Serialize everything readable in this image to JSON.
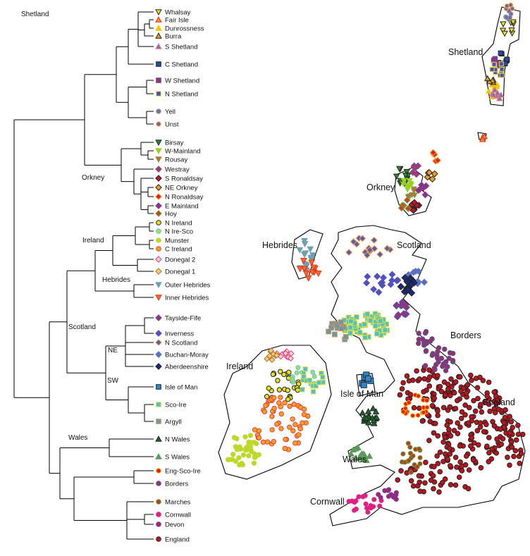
{
  "leaves": [
    {
      "label": "Whalsay",
      "shape": "tri-down",
      "fill": "#e8e020",
      "stroke": "#222"
    },
    {
      "label": "Fair Isle",
      "shape": "tri-up",
      "fill": "#ff8c1a",
      "stroke": "#e0302a"
    },
    {
      "label": "Dunrossness",
      "shape": "tri-up",
      "fill": "#f5c400",
      "stroke": "#f5c400"
    },
    {
      "label": "Burra",
      "shape": "tri-up",
      "fill": "#e0a020",
      "stroke": "#222"
    },
    {
      "label": "S Shetland",
      "shape": "tri-up",
      "fill": "#8a6aa8",
      "stroke": "#e08080"
    },
    {
      "label": "C Shetland",
      "shape": "square",
      "fill": "#2a4aa0",
      "stroke": "#222"
    },
    {
      "label": "W Shetland",
      "shape": "square",
      "fill": "#a0306a",
      "stroke": "#5050a0"
    },
    {
      "label": "N Shetland",
      "shape": "square",
      "fill": "#5050b0",
      "stroke": "#e8e040"
    },
    {
      "label": "Yell",
      "shape": "circle",
      "fill": "#7070a0",
      "stroke": "#9a9a9a"
    },
    {
      "label": "Unst",
      "shape": "circle",
      "fill": "#8a5a9a",
      "stroke": "#f0c040"
    },
    {
      "label": "Birsay",
      "shape": "tri-down",
      "fill": "#2a8a2a",
      "stroke": "#222"
    },
    {
      "label": "W-Mainland",
      "shape": "tri-down",
      "fill": "#9ad020",
      "stroke": "#9ad020"
    },
    {
      "label": "Rousay",
      "shape": "tri-down",
      "fill": "#e06030",
      "stroke": "#60a040"
    },
    {
      "label": "Westray",
      "shape": "diamond",
      "fill": "#c03060",
      "stroke": "#6050a0"
    },
    {
      "label": "S Ronaldsay",
      "shape": "diamond",
      "fill": "#c01828",
      "stroke": "#222"
    },
    {
      "label": "NE Orkney",
      "shape": "diamond",
      "fill": "#f0a020",
      "stroke": "#222"
    },
    {
      "label": "N Ronaldsay",
      "shape": "diamond",
      "fill": "#e02020",
      "stroke": "#f0a020"
    },
    {
      "label": "E Mainland",
      "shape": "diamond",
      "fill": "#6040a0",
      "stroke": "#c03060"
    },
    {
      "label": "Hoy",
      "shape": "diamond",
      "fill": "#d04020",
      "stroke": "#70a040"
    },
    {
      "label": "N Ireland",
      "shape": "circle",
      "fill": "#e8e020",
      "stroke": "#222"
    },
    {
      "label": "N Ire-Sco",
      "shape": "circle",
      "fill": "#a0e060",
      "stroke": "#60c0e0"
    },
    {
      "label": "Munster",
      "shape": "circle",
      "fill": "#b0e020",
      "stroke": "#d0d040"
    },
    {
      "label": "C Ireland",
      "shape": "circle",
      "fill": "#ffa020",
      "stroke": "#e04040"
    },
    {
      "label": "Donegal 2",
      "shape": "diamond",
      "fill": "#ffd0d0",
      "stroke": "#e04080"
    },
    {
      "label": "Donegal 1",
      "shape": "diamond",
      "fill": "#f0d070",
      "stroke": "#b07030"
    },
    {
      "label": "Outer Hebrides",
      "shape": "tri-down",
      "fill": "#70a0b0",
      "stroke": "#70a0b0"
    },
    {
      "label": "Inner Hebrides",
      "shape": "tri-down",
      "fill": "#ff6a20",
      "stroke": "#e03020"
    },
    {
      "label": "Tayside-Fife",
      "shape": "diamond",
      "fill": "#a03070",
      "stroke": "#5050b0"
    },
    {
      "label": "Inverness",
      "shape": "diamond",
      "fill": "#5050c0",
      "stroke": "#5050c0"
    },
    {
      "label": "N Scotland",
      "shape": "diamond",
      "fill": "#5a5ab0",
      "stroke": "#f0a040"
    },
    {
      "label": "Buchan-Moray",
      "shape": "diamond",
      "fill": "#5a70c0",
      "stroke": "#5a70c0"
    },
    {
      "label": "Aberdeenshire",
      "shape": "diamond",
      "fill": "#1a2a80",
      "stroke": "#222"
    },
    {
      "label": "Isle of Man",
      "shape": "square",
      "fill": "#2a8ad0",
      "stroke": "#222"
    },
    {
      "label": "Sco-Ire",
      "shape": "square",
      "fill": "#50c0c0",
      "stroke": "#e8e040"
    },
    {
      "label": "Argyll",
      "shape": "square",
      "fill": "#6a9aa0",
      "stroke": "#d09060"
    },
    {
      "label": "N Wales",
      "shape": "tri-up",
      "fill": "#1a6a2a",
      "stroke": "#222"
    },
    {
      "label": "S Wales",
      "shape": "tri-up",
      "fill": "#5a9a5a",
      "stroke": "#5a9a5a"
    },
    {
      "label": "Eng-Sco-Ire",
      "shape": "circle",
      "fill": "#e02020",
      "stroke": "#ffb000"
    },
    {
      "label": "Borders",
      "shape": "circle",
      "fill": "#9a3060",
      "stroke": "#5050a0"
    },
    {
      "label": "Marches",
      "shape": "circle",
      "fill": "#b04020",
      "stroke": "#6a9a3a"
    },
    {
      "label": "Cornwall",
      "shape": "circle",
      "fill": "#e02080",
      "stroke": "#e02080"
    },
    {
      "label": "Devon",
      "shape": "circle",
      "fill": "#b02070",
      "stroke": "#6040a0"
    },
    {
      "label": "England",
      "shape": "circle",
      "fill": "#c0141c",
      "stroke": "#222"
    }
  ],
  "clades": {
    "shetland": "Shetland",
    "orkney": "Orkney",
    "ireland": "Ireland",
    "hebrides": "Hebrides",
    "scotland": "Scotland",
    "ne": "NE",
    "sw": "SW",
    "wales": "Wales"
  },
  "map_labels": {
    "shetland": "Shetland",
    "orkney": "Orkney",
    "hebrides": "Hebrides",
    "scotland": "Scotland",
    "borders": "Borders",
    "ireland": "Ireland",
    "isle_of_man": "Isle of Man",
    "england": "England",
    "wales": "Wales",
    "cornwall": "Cornwall"
  }
}
